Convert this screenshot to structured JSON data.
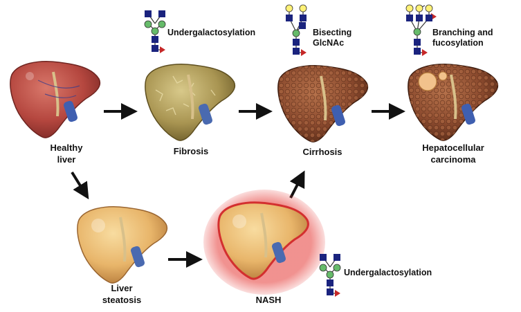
{
  "stages": {
    "healthy": [
      "Healthy",
      "liver"
    ],
    "fibrosis": [
      "Fibrosis"
    ],
    "cirrhosis": [
      "Cirrhosis"
    ],
    "hcc": [
      "Hepatocellular",
      "carcinoma"
    ],
    "steatosis": [
      "Liver",
      "steatosis"
    ],
    "nash": [
      "NASH"
    ]
  },
  "glycans": {
    "fibrosis": [
      "Undergalactosylation"
    ],
    "cirrhosis": [
      "Bisecting",
      "GlcNAc"
    ],
    "hcc": [
      "Branching and",
      "fucosylation"
    ],
    "nash": [
      "Undergalactosylation"
    ]
  },
  "colors": {
    "glcnac": "#1a237e",
    "mannose": "#66bb6a",
    "galactose": "#fff176",
    "fucose": "#c62828",
    "healthy_liver": "#b5473f",
    "fibrosis_liver": "#a99552",
    "cirrhosis_liver": "#8b4a2e",
    "steatosis_liver": "#e8b56a",
    "nash_glow": "#e53935"
  }
}
